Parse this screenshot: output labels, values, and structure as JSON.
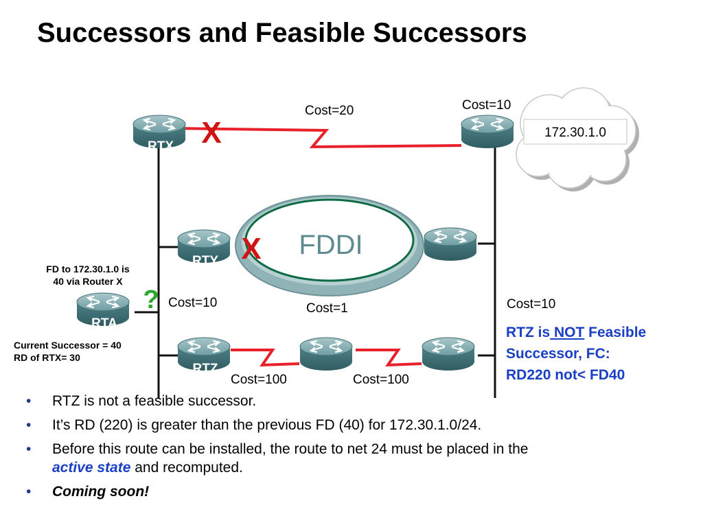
{
  "title": "Successors and Feasible Successors",
  "colors": {
    "link_red": "#e8202a",
    "x_mark": "#d01414",
    "question": "#2fa62f",
    "note_blue": "#1a3fc4",
    "router": "#5c8d92"
  },
  "routers": {
    "rtx": "RTX",
    "rty": "RTY",
    "rta": "RTA",
    "rtz": "RTZ"
  },
  "links": {
    "cost_top": "Cost=20",
    "cost_top_right": "Cost=10",
    "cost_rta": "Cost=10",
    "cost_fddi": "Cost=1",
    "cost_right": "Cost=10",
    "cost_bottom_left": "Cost=100",
    "cost_bottom_right": "Cost=100"
  },
  "network": "172.30.1.0",
  "fddi": "FDDI",
  "marks": {
    "x": "X",
    "question": "?"
  },
  "annotations": {
    "fd_line1": "FD to 172.30.1.0 is",
    "fd_line2": "40 via Router X",
    "succ_line1": "Current Successor = 40",
    "succ_line2": "RD of RTX= 30"
  },
  "note": {
    "part1": "RTZ is",
    "part2": " NOT",
    "part3": " Feasible",
    "line2": "Successor, FC:",
    "line3": "RD220 not< FD40"
  },
  "bullets": {
    "b1": "RTZ is not a feasible successor.",
    "b2": "It’s RD (220) is greater than the previous FD (40) for 172.30.1.0/24.",
    "b3_pre": "Before this route can be installed, the route to net 24 must be placed in the",
    "b3_em": "active state",
    "b3_post": " and recomputed.",
    "b4": "Coming soon!"
  },
  "bullet_glyph": "•"
}
